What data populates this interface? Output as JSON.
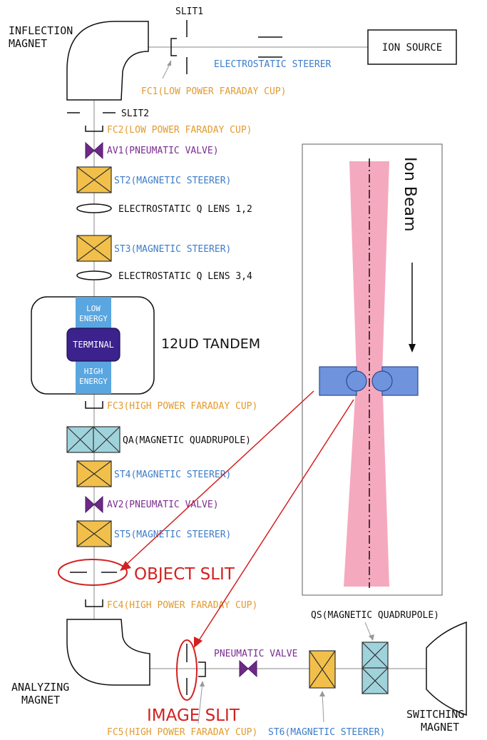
{
  "colors": {
    "orange": "#e39b2f",
    "blue": "#3d7cc9",
    "purple": "#7b2d91",
    "red": "#d42020",
    "black": "#111111",
    "steerer_fill": "#f2c04a",
    "quad_fill": "#9fd3dc",
    "valve_fill": "#6c2a86",
    "beam_pink": "#f5a9bf",
    "slit_blue": "#6f94dd",
    "tank_blue": "#5aa6e0",
    "terminal_fill": "#3b228c"
  },
  "labels": {
    "inflection_magnet": [
      "INFLECTION",
      "MAGNET"
    ],
    "slit1": "SLIT1",
    "ion_source": "ION SOURCE",
    "electrostatic_steerer": "ELECTROSTATIC STEERER",
    "fc1": "FC1(LOW POWER FARADAY CUP)",
    "slit2": "SLIT2",
    "fc2": "FC2(LOW POWER FARADAY CUP)",
    "av1": "AV1(PNEUMATIC VALVE)",
    "st2": "ST2(MAGNETIC STEERER)",
    "eqlens12": "ELECTROSTATIC Q LENS 1,2",
    "st3": "ST3(MAGNETIC STEERER)",
    "eqlens34": "ELECTROSTATIC Q LENS 3,4",
    "low_energy": [
      "LOW",
      "ENERGY"
    ],
    "terminal": "TERMINAL",
    "high_energy": [
      "HIGH",
      "ENERGY"
    ],
    "tandem": "12UD TANDEM",
    "fc3": "FC3(HIGH POWER FARADAY CUP)",
    "qa": "QA(MAGNETIC QUADRUPOLE)",
    "st4": "ST4(MAGNETIC STEERER)",
    "av2": "AV2(PNEUMATIC VALVE)",
    "st5": "ST5(MAGNETIC STEERER)",
    "object_slit": "OBJECT SLIT",
    "fc4": "FC4(HIGH POWER FARADAY CUP)",
    "analyzing_magnet": [
      "ANALYZING",
      "MAGNET"
    ],
    "pneumatic_valve": "PNEUMATIC VALVE",
    "qs": "QS(MAGNETIC QUADRUPOLE)",
    "image_slit": "IMAGE SLIT",
    "fc5": "FC5(HIGH POWER FARADAY CUP)",
    "st6": "ST6(MAGNETIC STEERER)",
    "switching_magnet": [
      "SWITCHING",
      "MAGNET"
    ],
    "ion_beam": "Ion Beam"
  }
}
